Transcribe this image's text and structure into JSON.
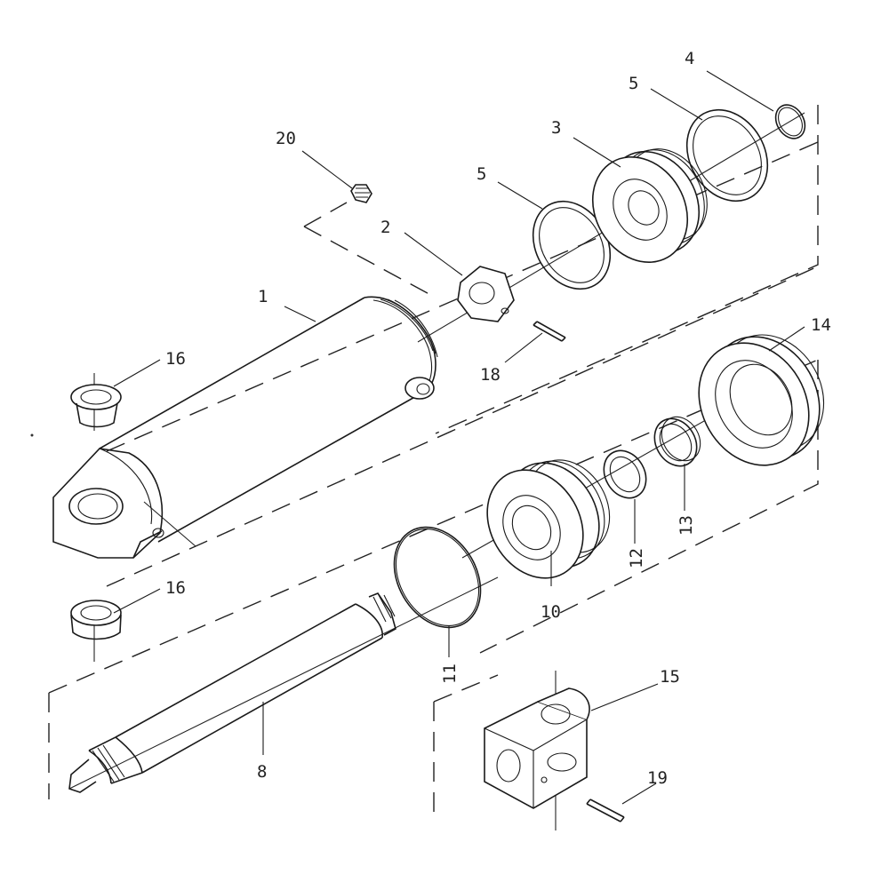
{
  "diagram": {
    "callouts": {
      "c1": "1",
      "c2": "2",
      "c3": "3",
      "c4": "4",
      "c5a": "5",
      "c5b": "5",
      "c8": "8",
      "c10": "10",
      "c11": "11",
      "c12": "12",
      "c13": "13",
      "c14": "14",
      "c15": "15",
      "c16a": "16",
      "c16b": "16",
      "c18": "18",
      "c19": "19",
      "c20": "20"
    }
  }
}
